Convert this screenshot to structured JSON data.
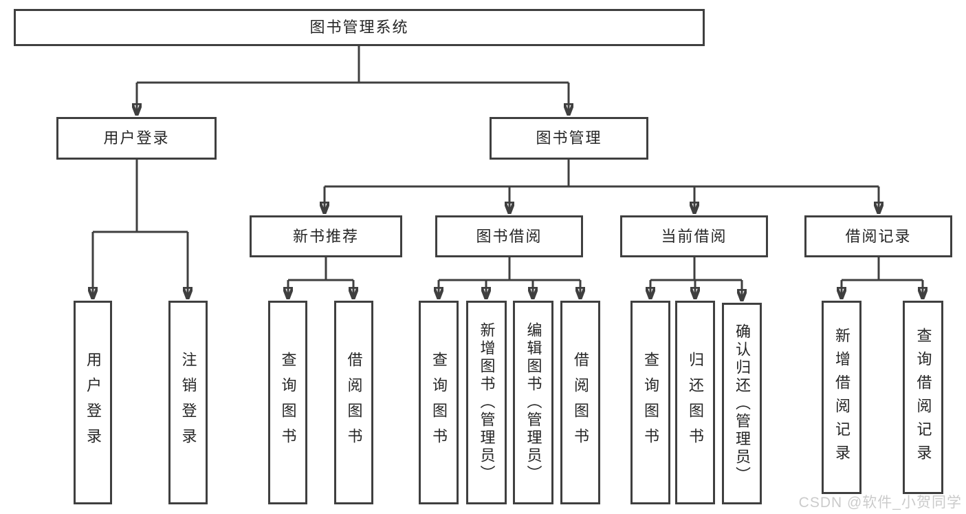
{
  "tree": {
    "label": "图书管理系统",
    "children": [
      {
        "label": "用户登录",
        "children": [
          {
            "label": "用户登录"
          },
          {
            "label": "注销登录"
          }
        ]
      },
      {
        "label": "图书管理",
        "children": [
          {
            "label": "新书推荐",
            "children": [
              {
                "label": "查询图书"
              },
              {
                "label": "借阅图书"
              }
            ]
          },
          {
            "label": "图书借阅",
            "children": [
              {
                "label": "查询图书"
              },
              {
                "label": "新增图书（管理员）"
              },
              {
                "label": "编辑图书（管理员）"
              },
              {
                "label": "借阅图书"
              }
            ]
          },
          {
            "label": "当前借阅",
            "children": [
              {
                "label": "查询图书"
              },
              {
                "label": "归还图书"
              },
              {
                "label": "确认归还（管理员）"
              }
            ]
          },
          {
            "label": "借阅记录",
            "children": [
              {
                "label": "新增借阅记录"
              },
              {
                "label": "查询借阅记录"
              }
            ]
          }
        ]
      }
    ]
  },
  "watermark": {
    "text": "CSDN @软件_小贺同学"
  },
  "colors": {
    "line": "#3f3f3f",
    "text": "#262626",
    "background": "#ffffff",
    "watermark": "#c7c7c7"
  }
}
